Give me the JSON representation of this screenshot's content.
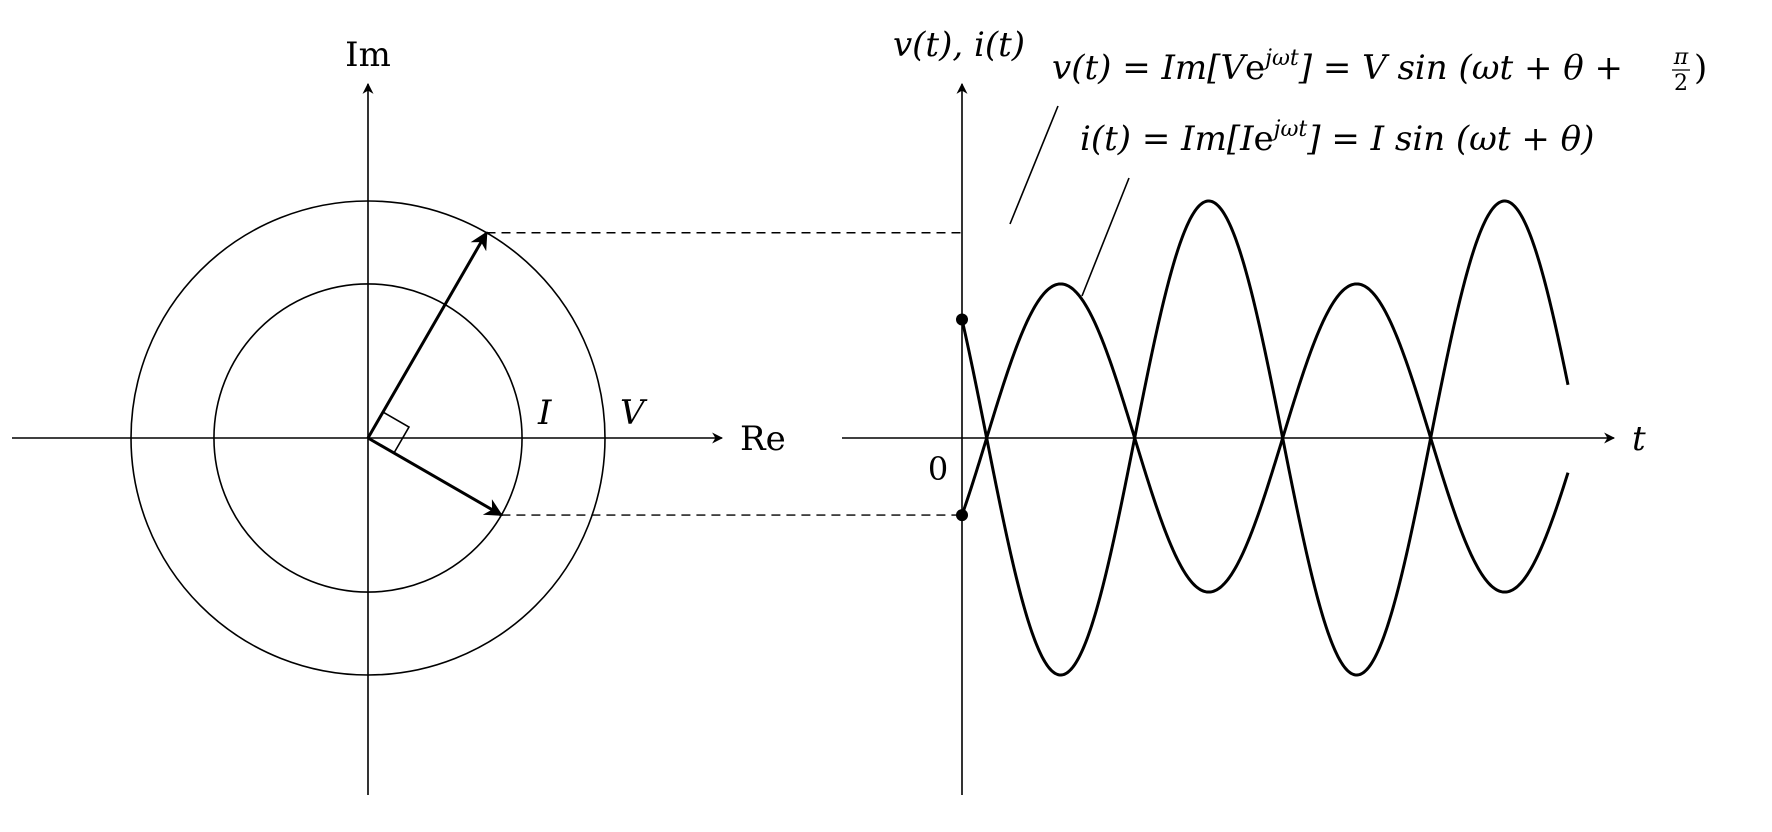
{
  "phasor_diagram": {
    "real_axis_label": "Re",
    "imag_axis_label": "Im",
    "current_label": "I",
    "voltage_label": "V",
    "voltage_magnitude": 1.0,
    "current_magnitude": 0.65,
    "current_phase_deg": -30,
    "voltage_phase_deg": 60
  },
  "waveform_plot": {
    "vertical_axis_label": "v(t), i(t)",
    "horizontal_axis_label": "t",
    "origin_label": "0",
    "voltage_equation": {
      "lhs": "v(t) = Im[",
      "phasor": "V",
      "exp_base": "e",
      "exp_power": "jωt",
      "mid": "] = V sin (ωt + θ + ",
      "frac_num": "π",
      "frac_den": "2",
      "tail": ")"
    },
    "current_equation": {
      "lhs": "i(t) = Im[",
      "phasor": "I",
      "exp_base": "e",
      "exp_power": "jωt",
      "rhs": "] = I sin (ωt + θ)"
    }
  },
  "chart_data": {
    "type": "line",
    "series": [
      {
        "amplitude": 1.0,
        "phase_rad": 2.618,
        "periods_shown": 2.05
      },
      {
        "amplitude": 0.65,
        "phase_rad": -0.524,
        "periods_shown": 2.05
      }
    ],
    "grid": false
  }
}
